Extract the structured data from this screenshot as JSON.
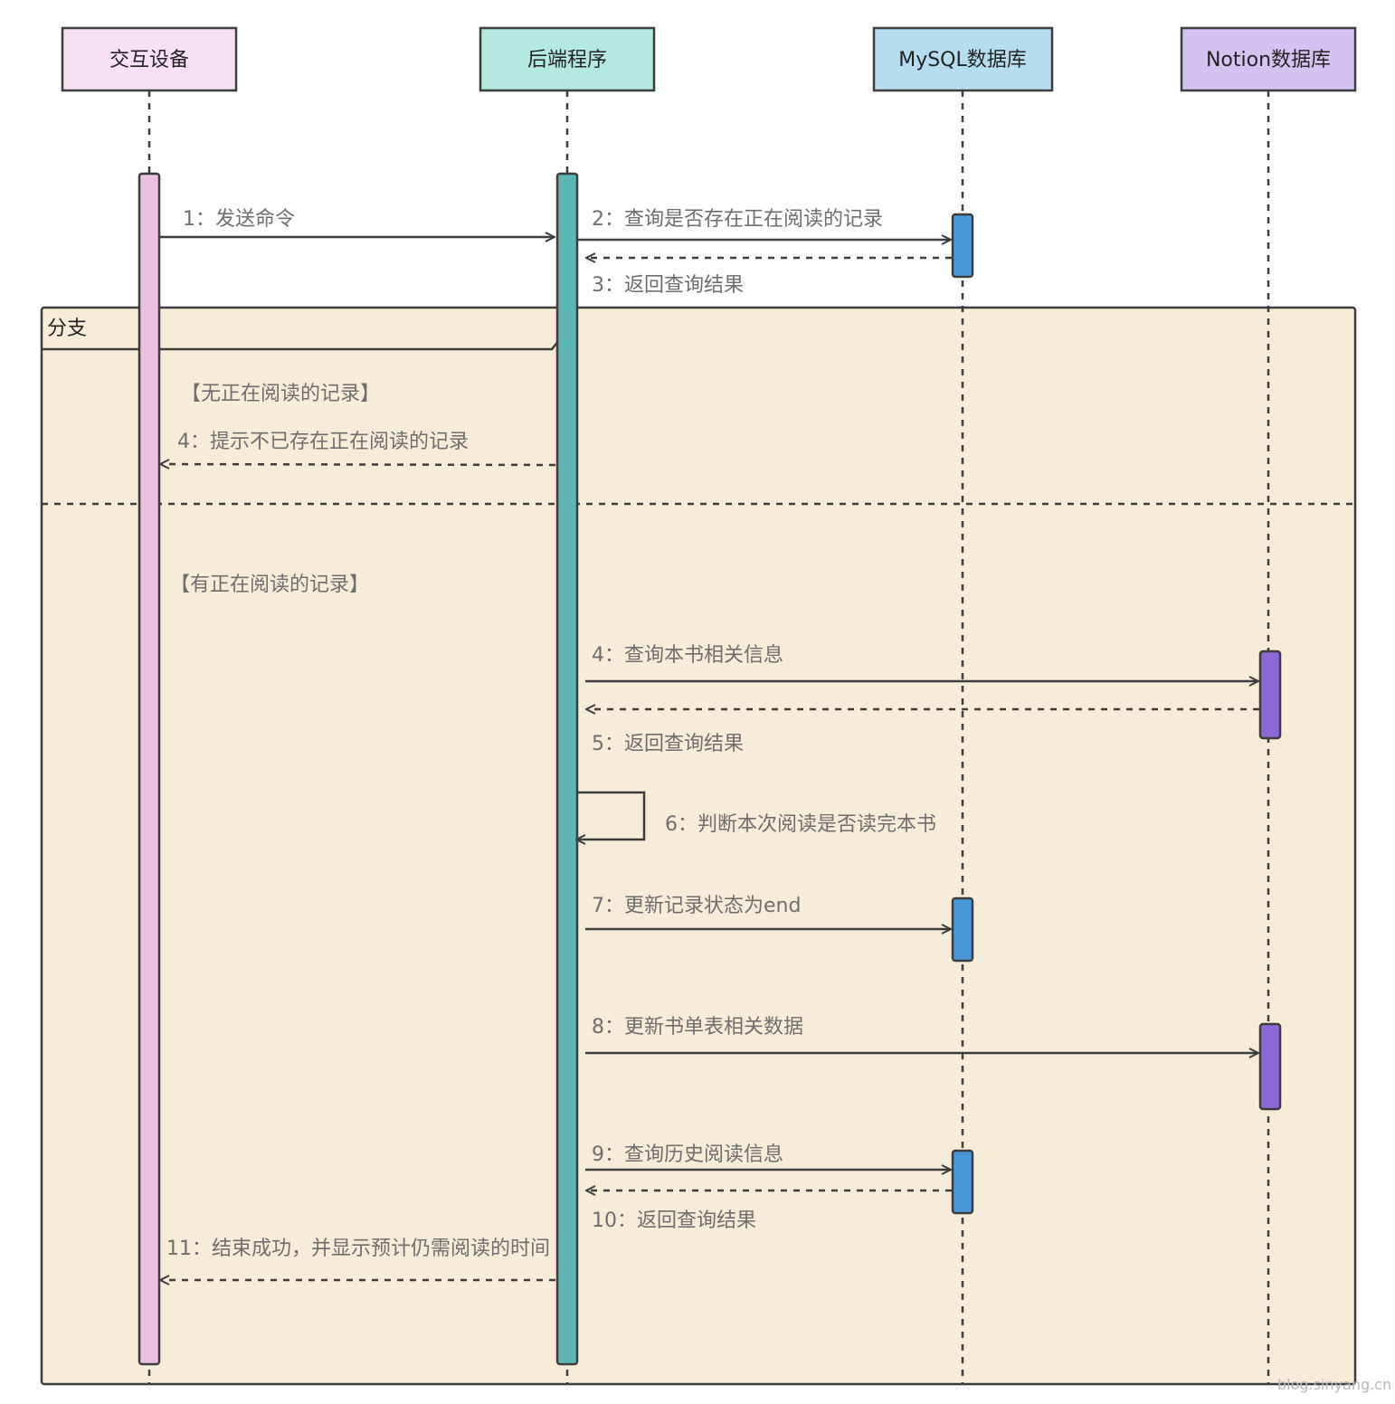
{
  "participants": [
    {
      "id": "device",
      "label": "交互设备",
      "fill": "#f7e0f4",
      "activation": "#eabfe0"
    },
    {
      "id": "backend",
      "label": "后端程序",
      "fill": "#b4e9e0",
      "activation": "#5bb6b4"
    },
    {
      "id": "mysql",
      "label": "MySQL数据库",
      "fill": "#b6dcf0",
      "activation": "#4a97d9"
    },
    {
      "id": "notion",
      "label": "Notion数据库",
      "fill": "#d3c3f0",
      "activation": "#8d68da"
    }
  ],
  "fragment": {
    "title": "分支",
    "fill": "#f7ecd7",
    "cond1": "【无正在阅读的记录】",
    "cond2": "【有正在阅读的记录】"
  },
  "messages": [
    {
      "id": "m1",
      "from": "device",
      "to": "backend",
      "type": "sync",
      "label": "1：发送命令"
    },
    {
      "id": "m2",
      "from": "backend",
      "to": "mysql",
      "type": "sync",
      "label": "2：查询是否存在正在阅读的记录"
    },
    {
      "id": "m3",
      "from": "mysql",
      "to": "backend",
      "type": "reply",
      "label": "3：返回查询结果"
    },
    {
      "id": "m4a",
      "from": "backend",
      "to": "device",
      "type": "reply",
      "label": "4：提示不已存在正在阅读的记录"
    },
    {
      "id": "m4b",
      "from": "backend",
      "to": "notion",
      "type": "sync",
      "label": "4：查询本书相关信息"
    },
    {
      "id": "m5",
      "from": "notion",
      "to": "backend",
      "type": "reply",
      "label": "5：返回查询结果"
    },
    {
      "id": "m6",
      "from": "backend",
      "to": "backend",
      "type": "self",
      "label": "6：判断本次阅读是否读完本书"
    },
    {
      "id": "m7",
      "from": "backend",
      "to": "mysql",
      "type": "sync",
      "label": "7：更新记录状态为end"
    },
    {
      "id": "m8",
      "from": "backend",
      "to": "notion",
      "type": "sync",
      "label": "8：更新书单表相关数据"
    },
    {
      "id": "m9",
      "from": "backend",
      "to": "mysql",
      "type": "sync",
      "label": "9：查询历史阅读信息"
    },
    {
      "id": "m10",
      "from": "mysql",
      "to": "backend",
      "type": "reply",
      "label": "10：返回查询结果"
    },
    {
      "id": "m11",
      "from": "backend",
      "to": "device",
      "type": "reply",
      "label": "11：结束成功，并显示预计仍需阅读的时间"
    }
  ],
  "watermark": "blog.sinyang.cn"
}
